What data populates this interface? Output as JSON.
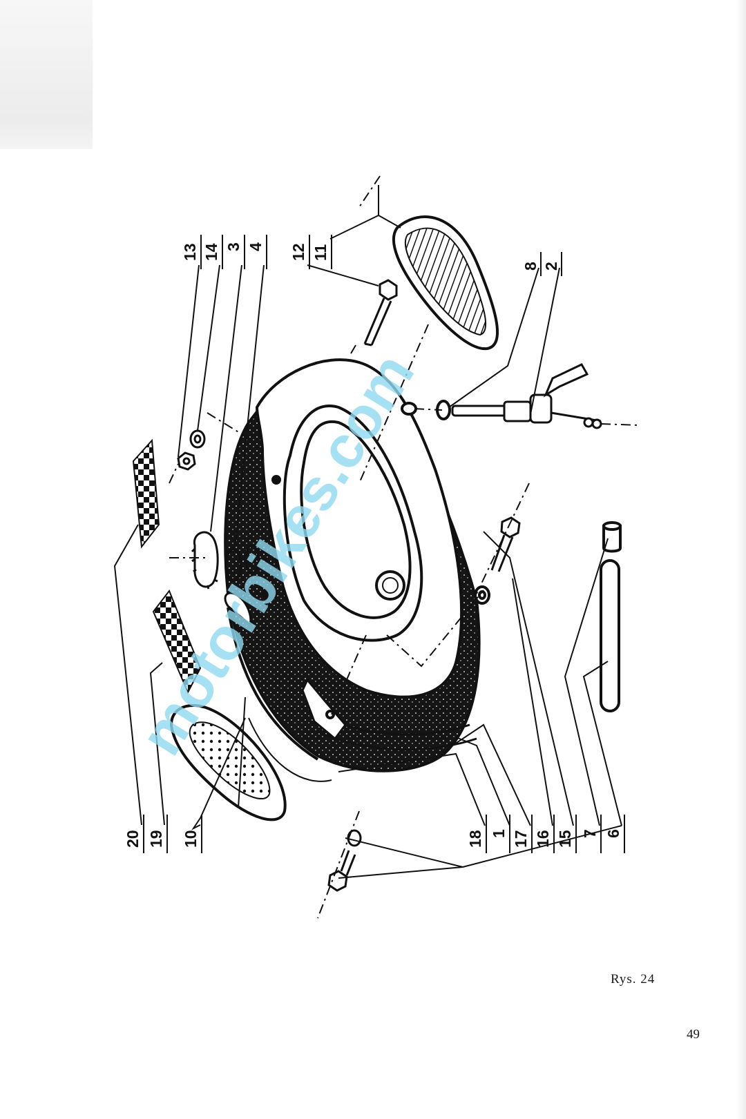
{
  "figure": {
    "callouts": {
      "n1": "1",
      "n2": "2",
      "n3": "3",
      "n4": "4",
      "n6": "6",
      "n7": "7",
      "n8": "8",
      "n10": "10",
      "n11": "11",
      "n12": "12",
      "n13": "13",
      "n14": "14",
      "n15": "15",
      "n16": "16",
      "n17": "17",
      "n18": "18",
      "n19": "19",
      "n20": "20"
    },
    "watermark": "motorbikes.com"
  },
  "caption": "Rys. 24",
  "page_number": "49",
  "colors": {
    "ink": "#111111",
    "paper": "#ffffff",
    "watermark": "#8fd8f0"
  }
}
